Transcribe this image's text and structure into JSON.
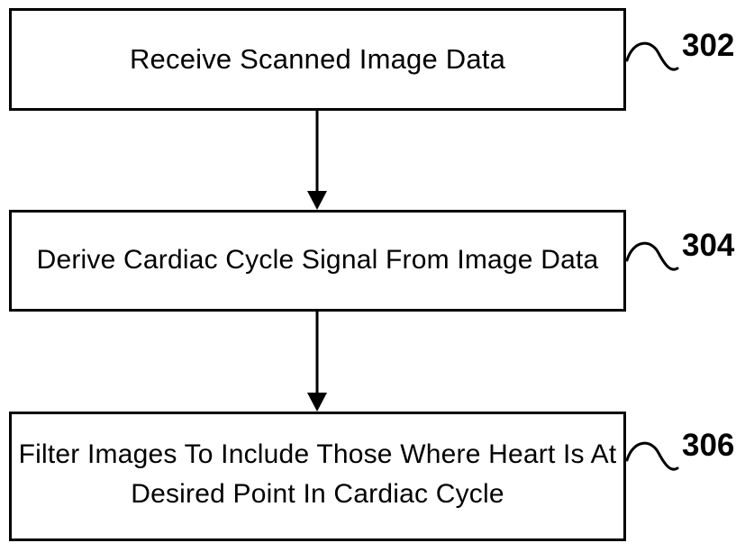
{
  "figure": {
    "type": "process-flowchart",
    "background_color": "#ffffff",
    "line_color": "#000000",
    "steps": [
      {
        "id": "302",
        "ref_numeral": "302",
        "text": "Receive Scanned Image Data",
        "lines": [
          "Receive Scanned Image Data"
        ]
      },
      {
        "id": "304",
        "ref_numeral": "304",
        "text": "Derive Cardiac Cycle Signal From Image Data",
        "lines": [
          "Derive Cardiac Cycle Signal From",
          "Image Data"
        ]
      },
      {
        "id": "306",
        "ref_numeral": "306",
        "text": "Filter Images To Include Those Where Heart Is At Desired Point In Cardiac Cycle",
        "lines": [
          "Filter Images To Include Those Where",
          "Heart Is At Desired Point In Cardiac",
          "Cycle"
        ]
      }
    ],
    "connectors": [
      {
        "from": "302",
        "to": "304",
        "style": "arrow-down"
      },
      {
        "from": "304",
        "to": "306",
        "style": "arrow-down"
      }
    ]
  }
}
